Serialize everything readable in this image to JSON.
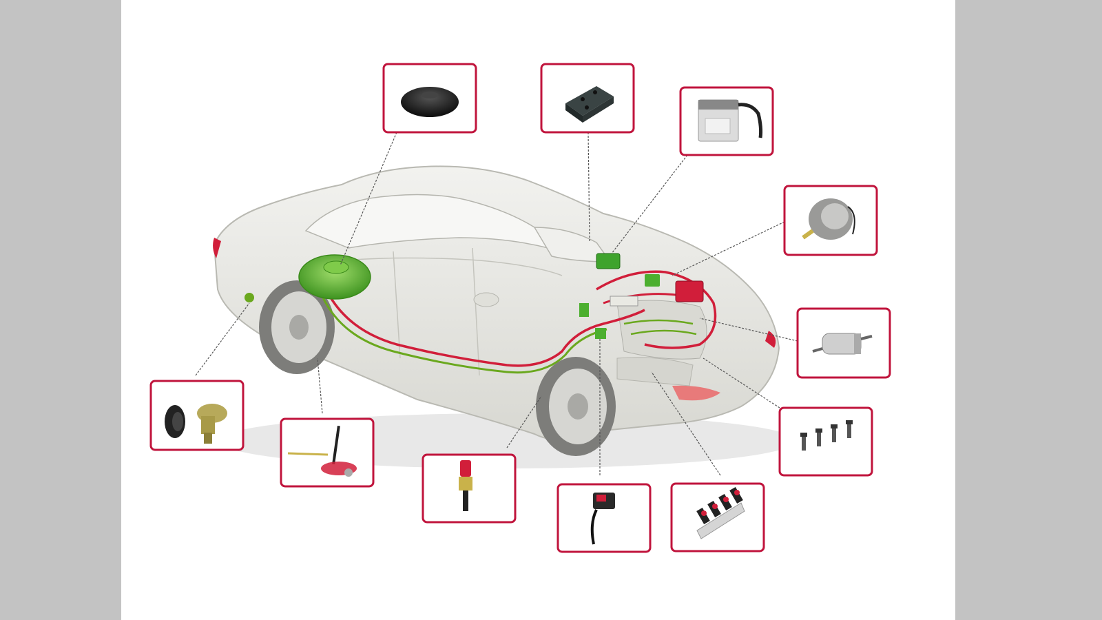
{
  "diagram": {
    "subject": "lpg-autogas-car-conversion-kit",
    "colors": {
      "box_border": "#c0143c",
      "gas_line": "#d11e3a",
      "aux_line": "#6aa81e",
      "tank_green": "#57b32e",
      "car_body": "#e7e7e2",
      "background": "#c3c3c3"
    },
    "components": [
      {
        "id": "toroidal-tank",
        "icon": "toroidal-tank-icon"
      },
      {
        "id": "injector-rail-holder",
        "icon": "rail-holder-icon"
      },
      {
        "id": "ecu",
        "icon": "ecu-icon"
      },
      {
        "id": "vaporizer-reducer",
        "icon": "reducer-icon"
      },
      {
        "id": "gas-filter",
        "icon": "filter-icon"
      },
      {
        "id": "nozzles",
        "icon": "nozzles-icon"
      },
      {
        "id": "injector-rail",
        "icon": "injector-rail-icon"
      },
      {
        "id": "map-sensor",
        "icon": "sensor-icon"
      },
      {
        "id": "solenoid-valve",
        "icon": "solenoid-valve-icon"
      },
      {
        "id": "multivalve",
        "icon": "multivalve-icon"
      },
      {
        "id": "filling-valve",
        "icon": "filling-valve-icon"
      }
    ]
  }
}
